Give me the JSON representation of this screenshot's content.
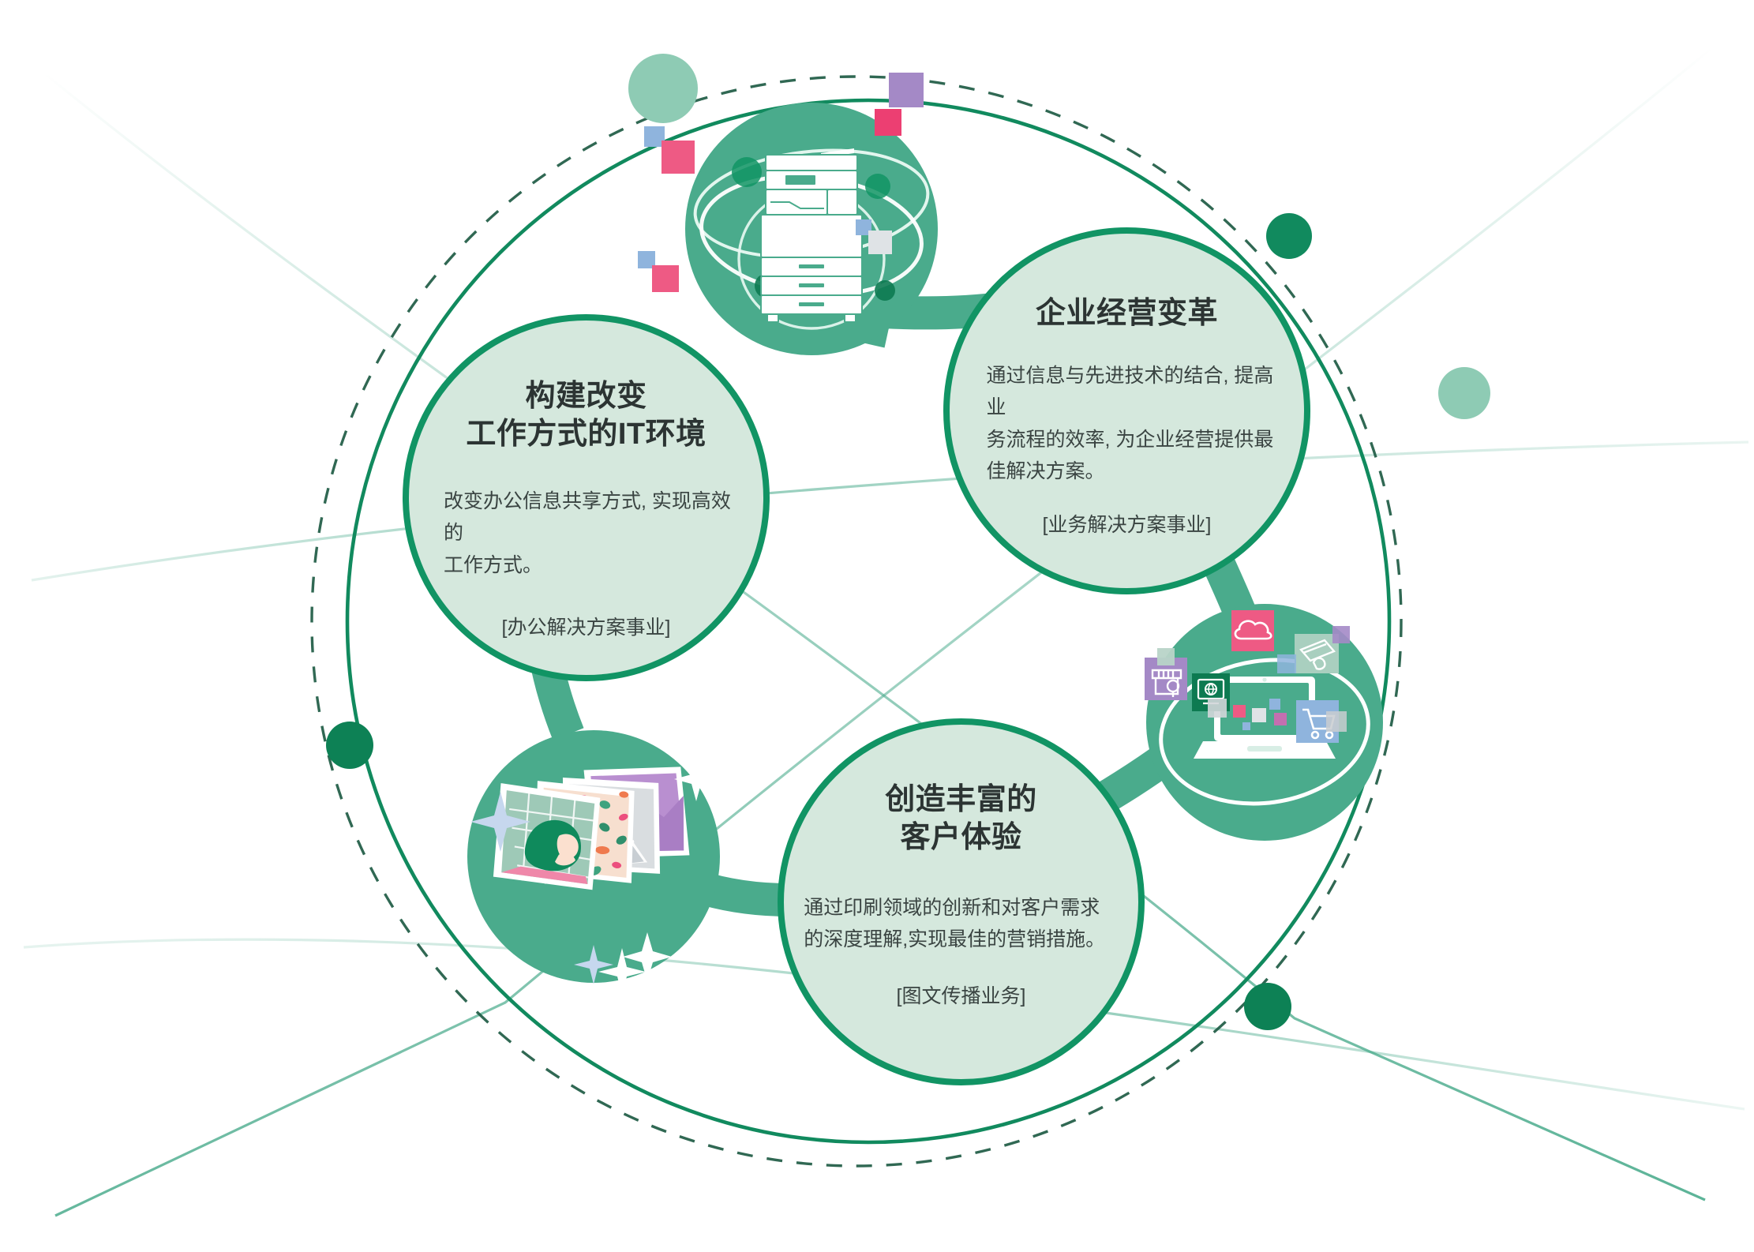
{
  "figure": {
    "title_semantic": "business-domain-circle-diagram",
    "background_color": "#ffffff",
    "accent_dark_green": "#118a5e",
    "accent_mid_green": "#4aab8c",
    "accent_pale_green": "#d5e8dd",
    "accent_soft_green": "#8ecbb4",
    "accent_pink": "#ee4d7c",
    "accent_blue": "#8fb4dd",
    "accent_purple": "#a489c6",
    "text_color": "#2c3433"
  },
  "bubbles": [
    {
      "id": "office",
      "title": "构建改变\n工作方式的IT环境",
      "body": "改变办公信息共享方式, 实现高效的\n工作方式。",
      "tag": "[办公解决方案事业]"
    },
    {
      "id": "business",
      "title": "企业经营变革",
      "body": "通过信息与先进技术的结合, 提高业\n务流程的效率, 为企业经营提供最\n佳解决方案。",
      "tag": "[业务解决方案事业]"
    },
    {
      "id": "graphic",
      "title": "创造丰富的\n客户体验",
      "body": "通过印刷领域的创新和对客户需求\n的深度理解,实现最佳的营销措施。",
      "tag": "[图文传播业务]"
    }
  ],
  "illustrations": [
    {
      "id": "printer",
      "name": "multifunction-printer-illustration"
    },
    {
      "id": "photos",
      "name": "printed-photos-illustration"
    },
    {
      "id": "cloud",
      "name": "laptop-cloud-commerce-illustration"
    }
  ],
  "decorations": {
    "dots": [
      {
        "name": "dot-top-left-soft",
        "color": "#8ecbb4"
      },
      {
        "name": "dot-top-right-dark",
        "color": "#118a5e"
      },
      {
        "name": "dot-right-soft",
        "color": "#8ecbb4"
      },
      {
        "name": "dot-left-dark",
        "color": "#118a5e"
      },
      {
        "name": "dot-bottom-right-dark",
        "color": "#118a5e"
      }
    ],
    "rings": [
      {
        "name": "outer-solid-ring",
        "style": "solid"
      },
      {
        "name": "outer-dashed-ring",
        "style": "dashed"
      }
    ],
    "crossing_lines": 4
  }
}
